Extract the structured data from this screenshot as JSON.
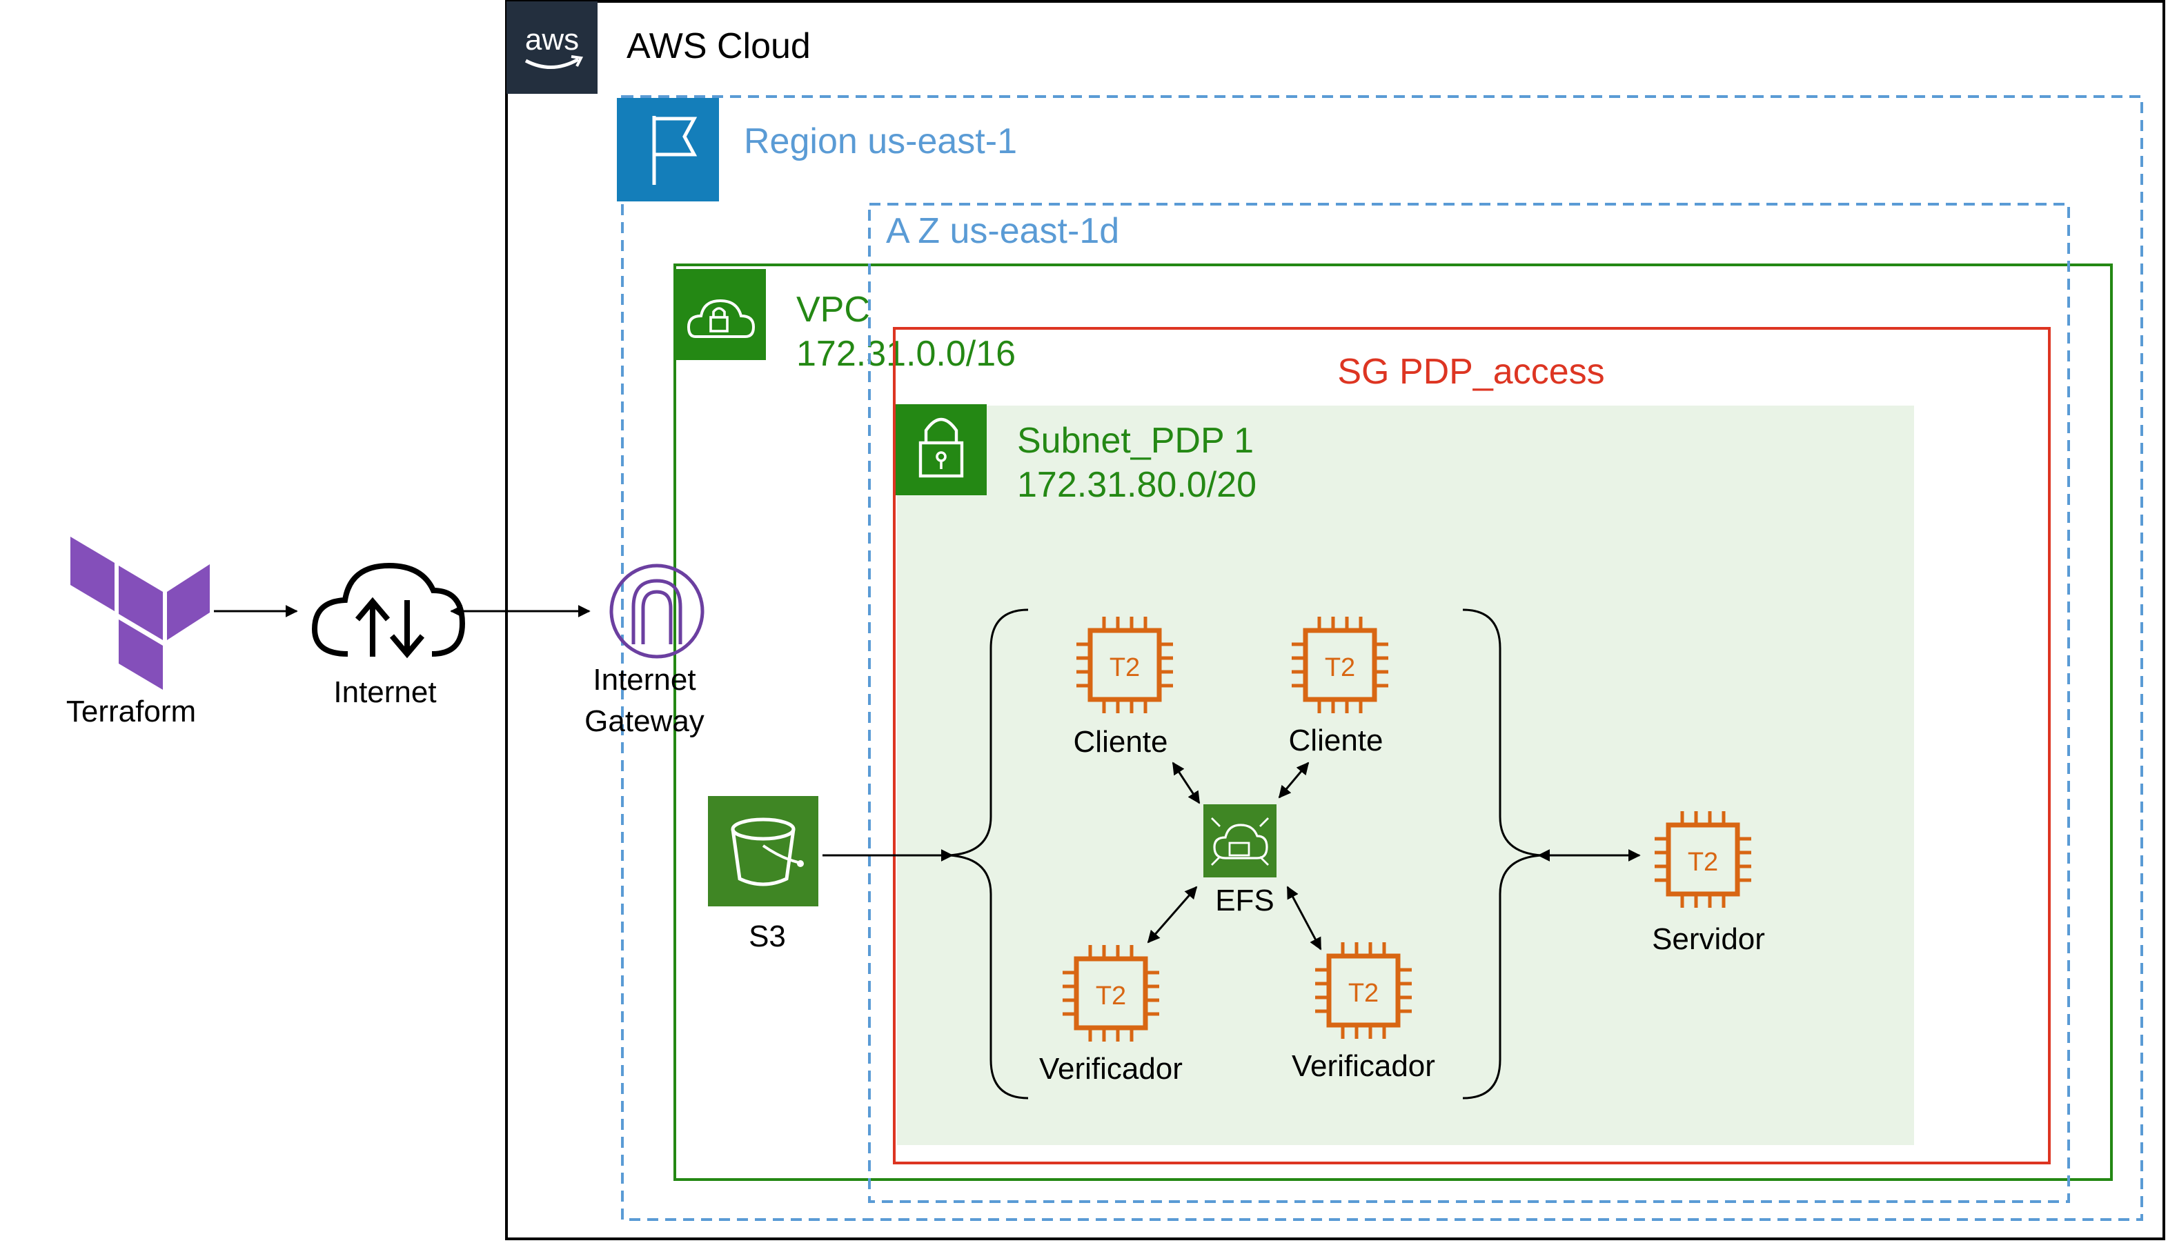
{
  "aws_cloud": {
    "label": "AWS Cloud",
    "logo_text": "aws"
  },
  "region": {
    "label": "Region us-east-1"
  },
  "az": {
    "label": "A Z us-east-1d"
  },
  "vpc": {
    "label": "VPC",
    "cidr": "172.31.0.0/16"
  },
  "security_group": {
    "label": "SG PDP_access"
  },
  "subnet": {
    "label": "Subnet_PDP 1",
    "cidr": "172.31.80.0/20"
  },
  "external": {
    "terraform": "Terraform",
    "internet": "Internet",
    "gateway_line1": "Internet",
    "gateway_line2": "Gateway"
  },
  "storage": {
    "s3": "S3",
    "efs": "EFS"
  },
  "instances": {
    "chip_label": "T2",
    "cliente_1": "Cliente",
    "cliente_2": "Cliente",
    "verificador_1": "Verificador",
    "verificador_2": "Verificador",
    "servidor": "Servidor"
  },
  "colors": {
    "aws_dark": "#232f3e",
    "region_blue": "#147eba",
    "dashed_blue": "#5a9bd5",
    "vpc_green": "#248814",
    "sg_red": "#dd3522",
    "subnet_fill": "#e9f3e6",
    "ec2_orange": "#d86613",
    "s3_green": "#3f8624",
    "terraform_purple": "#844fba",
    "gateway_purple": "#6b3fa0"
  },
  "icons": {
    "aws_logo": "aws-logo-icon",
    "region": "flag-icon",
    "vpc": "cloud-lock-icon",
    "subnet": "padlock-icon",
    "terraform": "terraform-icon",
    "internet": "cloud-transfer-icon",
    "gateway": "internet-gateway-icon",
    "s3": "s3-bucket-icon",
    "efs": "efs-icon",
    "ec2": "ec2-chip-icon"
  }
}
